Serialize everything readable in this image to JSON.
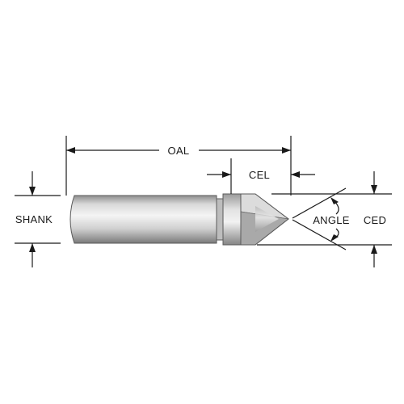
{
  "labels": {
    "oal": "OAL",
    "cel": "CEL",
    "shank": "SHANK",
    "angle": "ANGLE",
    "ced": "CED"
  },
  "colors": {
    "line": "#1a1a1a",
    "tool_light": "#ececec",
    "tool_mid": "#c9c9c9",
    "tool_dark": "#8e8e8e",
    "tool_outline": "#5a5a5a"
  }
}
